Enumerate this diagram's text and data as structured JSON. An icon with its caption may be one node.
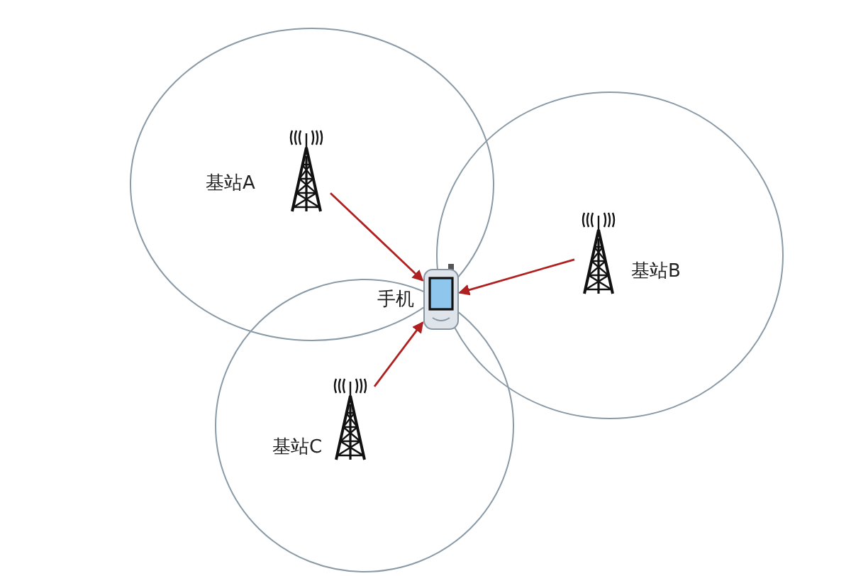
{
  "diagram": {
    "nodes": [
      {
        "text": [
          "基站A"
        ]
      },
      {
        "text": [
          "基站B"
        ]
      },
      {
        "text": [
          "基站C"
        ]
      },
      {
        "text": [
          "手机"
        ]
      }
    ],
    "edges": [
      {
        "from": 0,
        "to": 3,
        "arrow": "to"
      },
      {
        "from": 1,
        "to": 3,
        "arrow": "to"
      },
      {
        "from": 2,
        "to": 3,
        "arrow": "to"
      }
    ]
  }
}
